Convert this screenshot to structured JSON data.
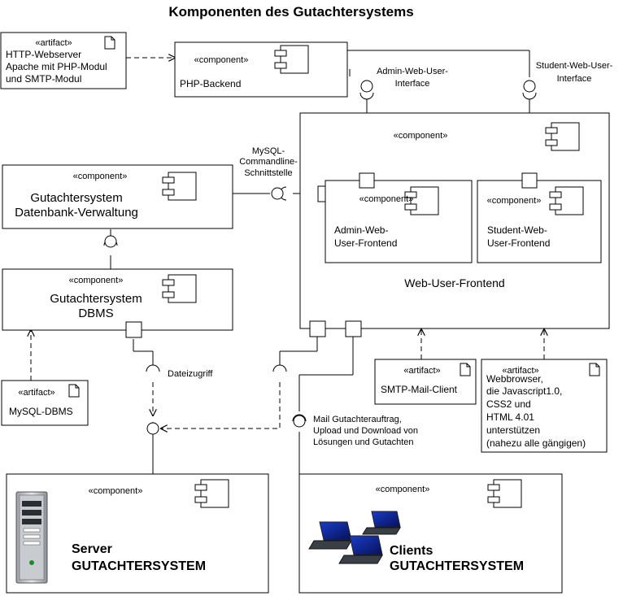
{
  "title": "Komponenten des Gutachtersystems",
  "stereotypes": {
    "component": "«component»",
    "artifact": "«artifact»"
  },
  "artifacts": {
    "http": [
      "HTTP-Webserver",
      "Apache mit PHP-Modul",
      "und SMTP-Modul"
    ],
    "mysql": "MySQL-DBMS",
    "smtp": "SMTP-Mail-Client",
    "browser": [
      "Webbrowser,",
      "die Javascript1.0,",
      "CSS2 und",
      "HTML 4.01",
      "unterstützen",
      "(nahezu alle gängigen)"
    ]
  },
  "components": {
    "php_backend": "PHP-Backend",
    "db_verwaltung": [
      "Gutachtersystem",
      "Datenbank-Verwaltung"
    ],
    "dbms": [
      "Gutachtersystem",
      "DBMS"
    ],
    "web_user_frontend": "Web-User-Frontend",
    "admin_frontend": [
      "Admin-Web-",
      "User-Frontend"
    ],
    "student_frontend": [
      "Student-Web-",
      "User-Frontend"
    ],
    "server": [
      "Server",
      "GUTACHTERSYSTEM"
    ],
    "clients": [
      "Clients",
      "GUTACHTERSYSTEM"
    ]
  },
  "interfaces": {
    "admin": [
      "Admin-Web-User-",
      "Interface"
    ],
    "student": [
      "Student-Web-User-",
      "Interface"
    ],
    "mysql_cli": [
      "MySQL-",
      "Commandline-",
      "Schnittstelle"
    ],
    "dateizugriff": "Dateizugriff",
    "mail": [
      "Mail Gutachterauftrag,",
      "Upload und Download von",
      "Lösungen und Gutachten"
    ]
  }
}
